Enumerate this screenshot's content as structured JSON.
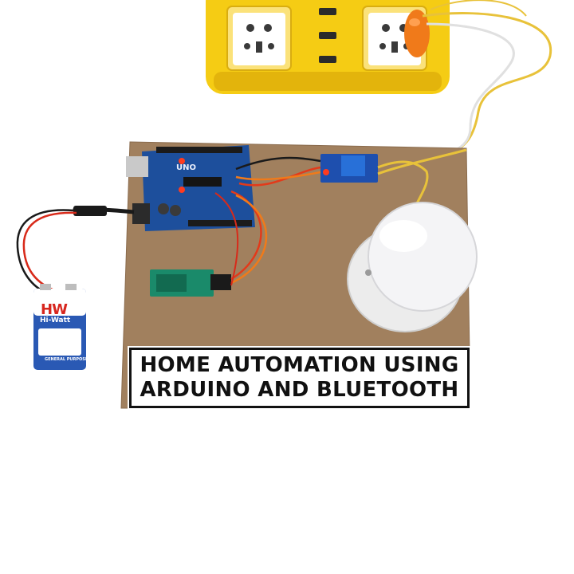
{
  "label": {
    "line1": "HOME AUTOMATION USING",
    "line2": "ARDUINO AND BLUETOOTH"
  },
  "battery": {
    "logo": "HW",
    "brand": "Hi-Watt",
    "type": "GENERAL PURPOSE"
  },
  "arduino": {
    "board_name": "UNO"
  },
  "colors": {
    "board": "#a1805e",
    "socket": "#f5cc14",
    "arduino": "#1d4f9c",
    "bluetooth": "#1a8a6a",
    "battery": "#2a59b4",
    "wire_red": "#e33a1a",
    "wire_yellow": "#e8c23a"
  }
}
